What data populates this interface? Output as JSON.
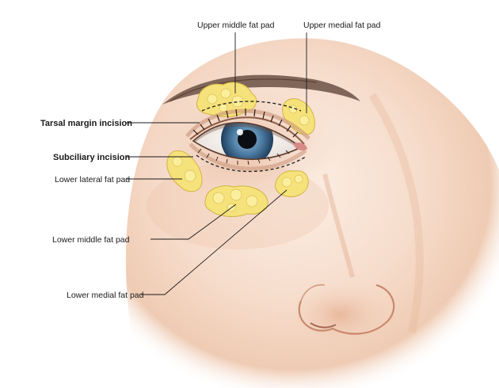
{
  "labels": {
    "upper_middle_fat_pad": "Upper middle fat pad",
    "upper_medial_fat_pad": "Upper medial fat pad",
    "tarsal_margin_incision": "Tarsal margin incision",
    "subciliary_incision": "Subciliary incision",
    "lower_lateral_fat_pad": "Lower lateral fat pad",
    "lower_middle_fat_pad": "Lower middle fat pad",
    "lower_medial_fat_pad": "Lower medial fat pad"
  },
  "colors": {
    "skin_light": "#fbebdf",
    "skin_mid": "#f1cdb6",
    "skin_shadow": "#dba487",
    "fat": "#f6e27a",
    "fat_outline": "#d2b346",
    "iris": "#4f7fa6",
    "iris_dark": "#1f3e5c",
    "pupil": "#0b0f14",
    "caruncle": "#d88a86"
  }
}
